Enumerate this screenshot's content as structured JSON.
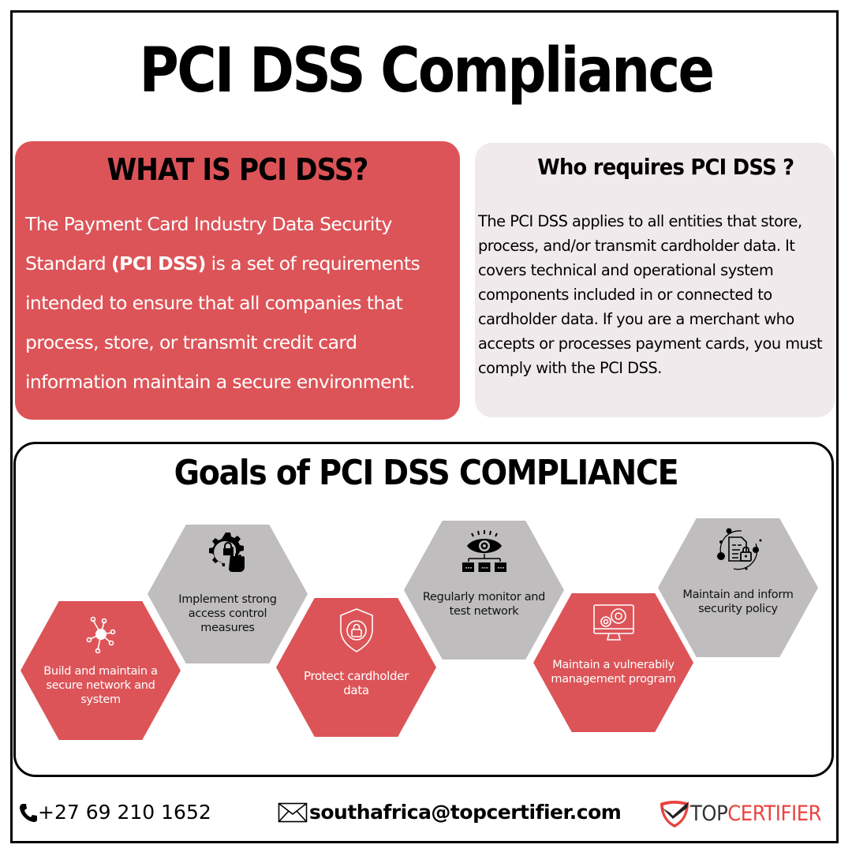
{
  "header": {
    "title": "PCI DSS Compliance"
  },
  "what_is": {
    "title": "WHAT IS PCI DSS?",
    "body_before": "The Payment Card Industry Data Security Standard ",
    "body_bold": "(PCI DSS)",
    "body_after": " is a set of requirements intended to ensure that all companies that process, store, or transmit credit card information maintain a secure environment."
  },
  "who_requires": {
    "title": "Who requires PCI DSS ?",
    "body": "The PCI DSS applies to all entities that store, process, and/or transmit cardholder data. It covers technical and operational system components included in or connected to cardholder data. If you are a merchant who accepts or processes payment cards, you must comply with the PCI DSS."
  },
  "goals": {
    "title": "Goals of PCI DSS COMPLIANCE",
    "items": [
      {
        "label": "Build and maintain a secure network and system",
        "icon": "network-hub-icon",
        "color": "red"
      },
      {
        "label": "Implement strong access control measures",
        "icon": "gear-lock-hand-icon",
        "color": "gray"
      },
      {
        "label": "Protect cardholder data",
        "icon": "shield-lock-icon",
        "color": "red"
      },
      {
        "label": "Regularly monitor and test network",
        "icon": "eye-folders-icon",
        "color": "gray"
      },
      {
        "label": "Maintain a vulnerabily management program",
        "icon": "monitor-gears-icon",
        "color": "red"
      },
      {
        "label": "Maintain and inform security policy",
        "icon": "document-lock-icon",
        "color": "gray"
      }
    ]
  },
  "footer": {
    "phone": "+27 69 210 1652",
    "email": "southafrica@topcertifier.com",
    "logo_top": "TOP",
    "logo_certifier": "CERTIFIER"
  },
  "colors": {
    "accent_red": "#dc5458",
    "hex_gray": "#bfbdbe",
    "card_gray": "#f0eaec",
    "logo_red": "#e8443f"
  }
}
